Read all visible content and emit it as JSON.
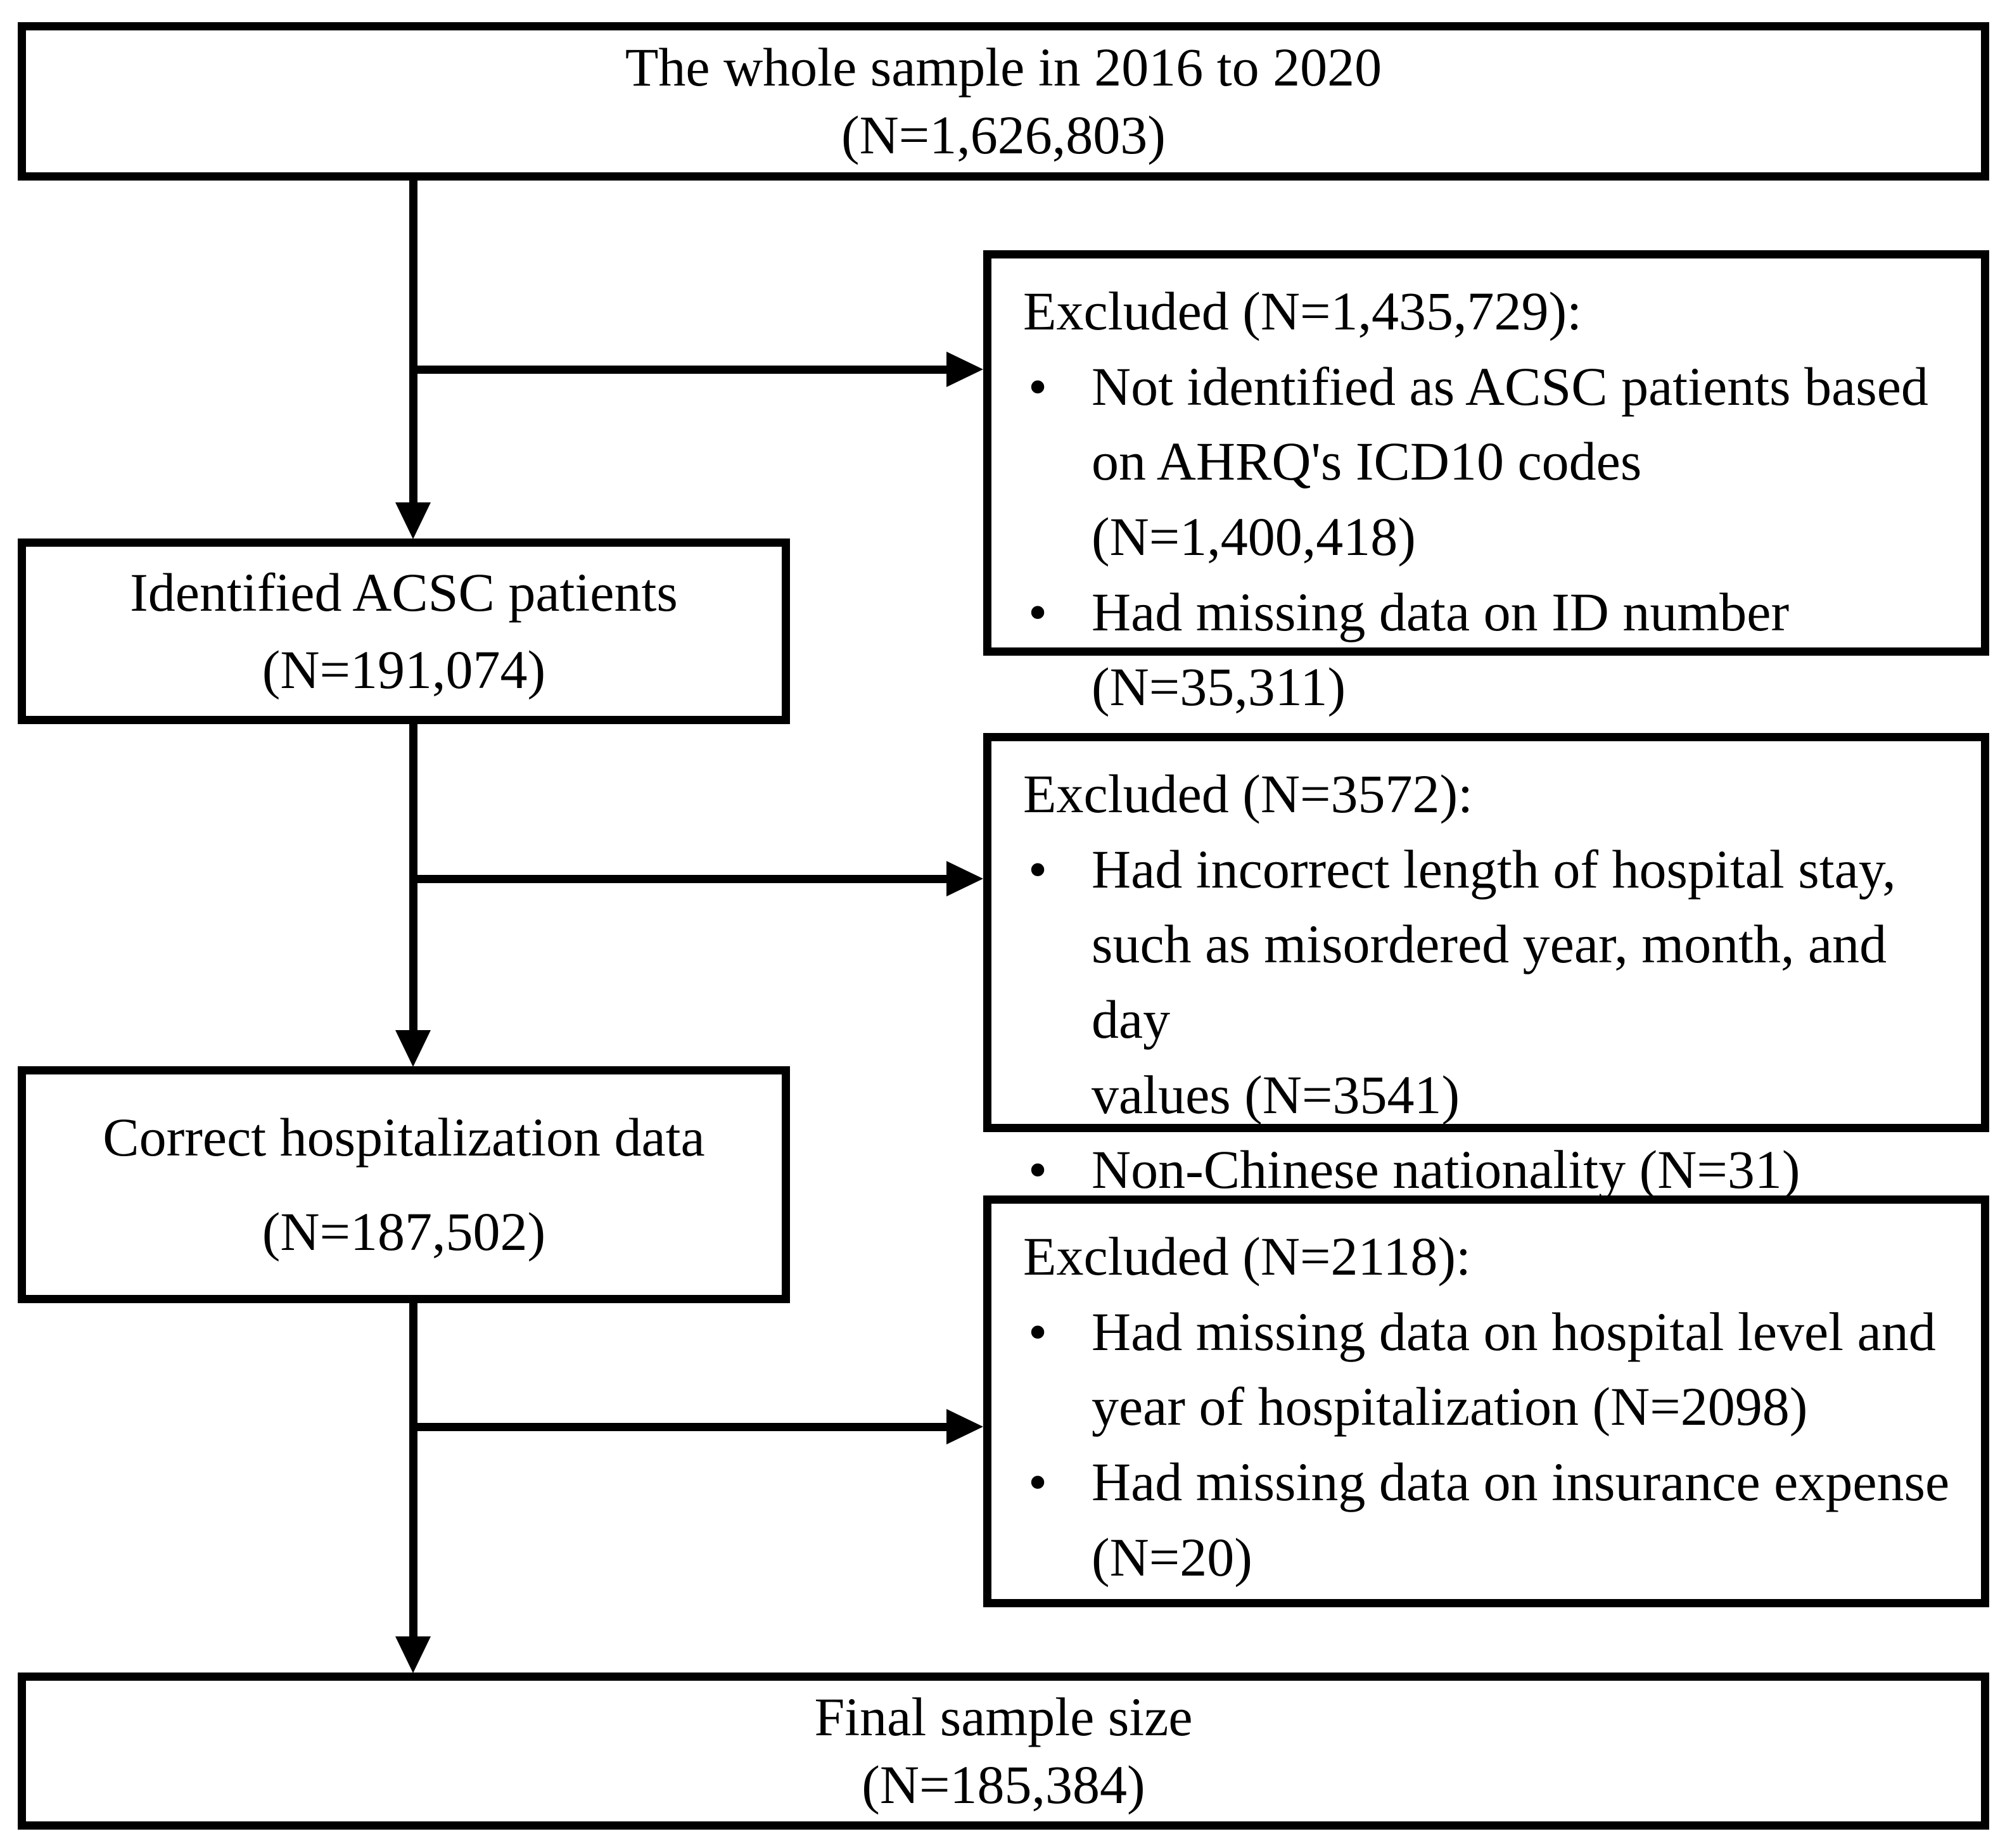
{
  "figure": {
    "type": "study-flow-diagram",
    "background_color": "#ffffff",
    "line_color": "#000000",
    "bullet_char": "•"
  },
  "flow_boxes": {
    "whole_sample": {
      "line1": "The whole sample in 2016 to 2020",
      "line2": "(N=1,626,803)"
    },
    "identified": {
      "line1": "Identified ACSC patients",
      "line2": "(N=191,074)"
    },
    "correct": {
      "line1": "Correct hospitalization data",
      "line2": "(N=187,502)"
    },
    "final": {
      "line1": "Final sample size",
      "line2": "(N=185,384)"
    }
  },
  "excluded_boxes": {
    "first": {
      "heading": "Excluded (N=1,435,729):",
      "bullets": [
        {
          "lines": [
            "Not identified as ACSC patients based",
            "on AHRQ's ICD10 codes (N=1,400,418)"
          ]
        },
        {
          "lines": [
            "Had missing data on ID number",
            "(N=35,311)"
          ]
        }
      ]
    },
    "second": {
      "heading": "Excluded (N=3572):",
      "bullets": [
        {
          "lines": [
            "Had incorrect length of hospital stay,",
            "such as misordered year, month, and day",
            "values  (N=3541)"
          ]
        },
        {
          "lines": [
            "Non-Chinese nationality (N=31)"
          ]
        }
      ]
    },
    "third": {
      "heading": "Excluded (N=2118):",
      "bullets": [
        {
          "lines": [
            "Had missing data on hospital level and",
            "year of hospitalization (N=2098)"
          ]
        },
        {
          "lines": [
            "Had missing data on insurance expense",
            "(N=20)"
          ]
        }
      ]
    }
  }
}
